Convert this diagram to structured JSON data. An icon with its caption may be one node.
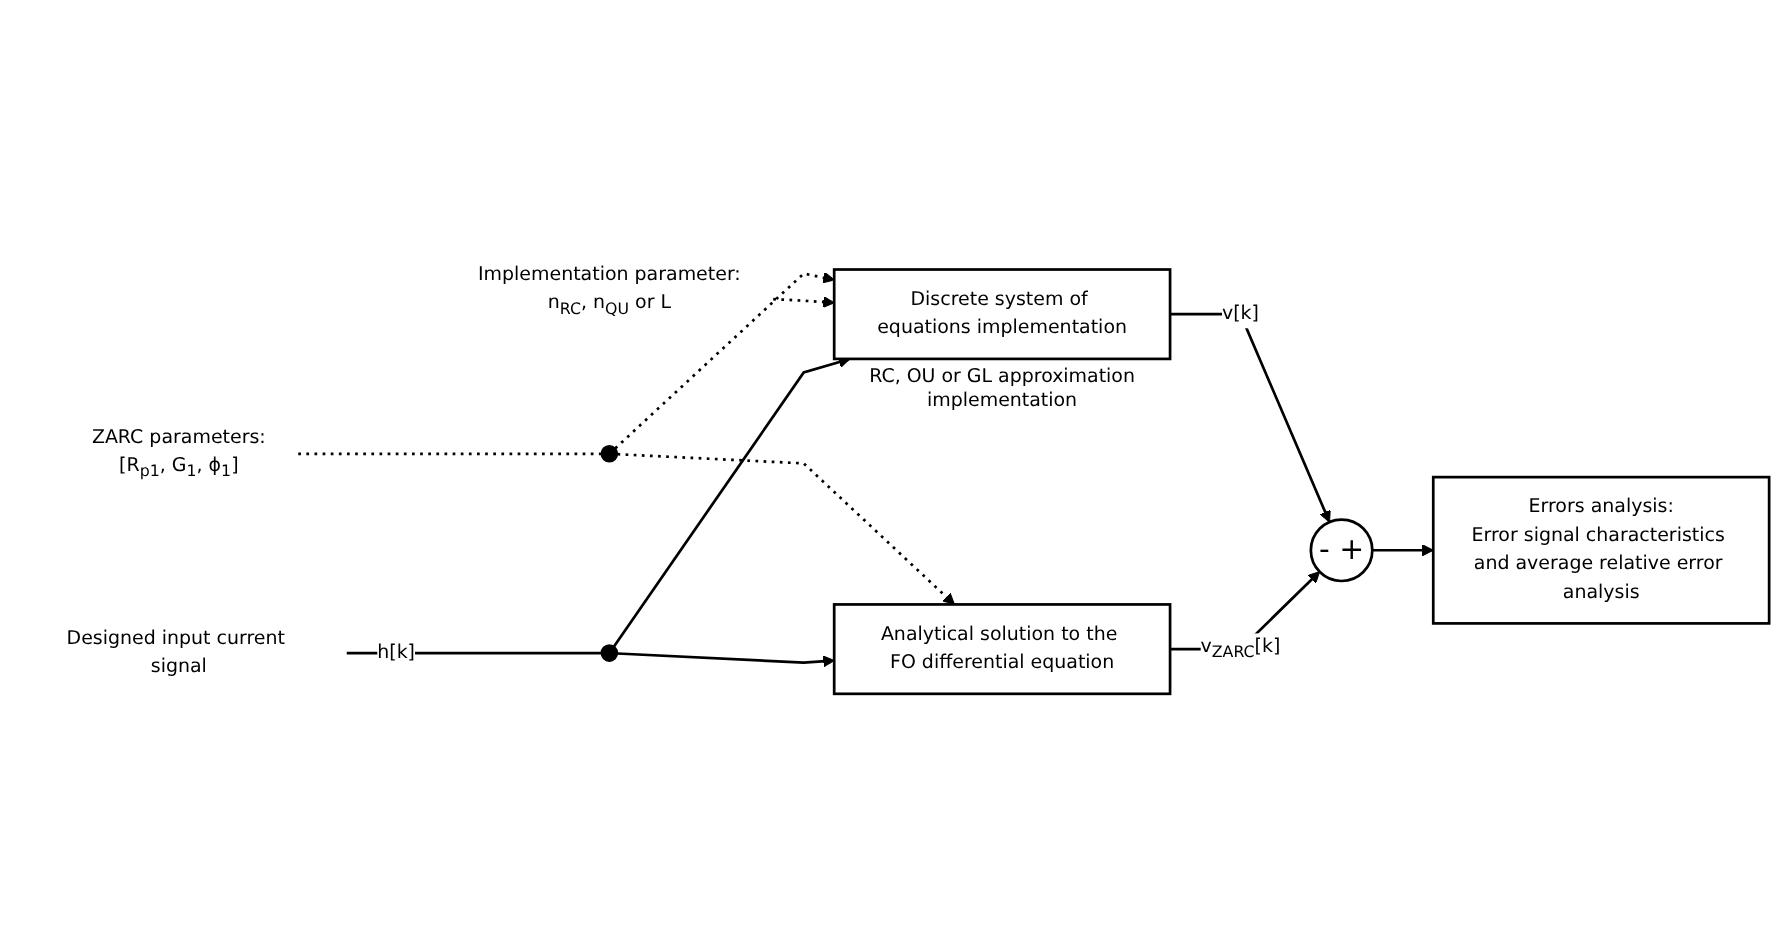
{
  "diagram": {
    "nodes": [
      {
        "text": [
          "ZARC parameters:",
          "[R$_{p1}$, G$_{1}$, ϕ$_{1}$]"
        ]
      },
      {
        "text": [],
        "shape": "circle"
      },
      {
        "text": [
          "Implementation parameter:",
          "n$_{RC}$, n$_{QU}$ or L"
        ]
      },
      {
        "text": [
          "Discrete system of equations implementation"
        ],
        "beside": [
          "RC, OU or GL approximation implementation"
        ]
      },
      {
        "text": [
          "Designed input current signal"
        ]
      },
      {
        "text": [],
        "shape": "circle"
      },
      {
        "text": [
          "Analytical solution to the FO differential equation"
        ]
      },
      {
        "text": [
          "-",
          "+"
        ]
      },
      {
        "text": [
          "Errors analysis:",
          "Error signal characteristics and average relative error analysis"
        ]
      }
    ],
    "edges": [
      {
        "from": 0,
        "to": 1,
        "arrow": "none",
        "style": "dashed"
      },
      {
        "from": 1,
        "to": 3,
        "arrow": "to",
        "style": "dashed"
      },
      {
        "from": 1,
        "to": 6,
        "arrow": "to",
        "style": "dashed"
      },
      {
        "from": 2,
        "to": 3,
        "arrow": "to",
        "style": "dashed"
      },
      {
        "from": 4,
        "to": 5,
        "arrow": "none",
        "label": "h[k]"
      },
      {
        "from": 5,
        "to": 3,
        "arrow": "to"
      },
      {
        "from": 5,
        "to": 6,
        "arrow": "to"
      },
      {
        "from": 3,
        "to": 7,
        "arrow": "to",
        "label": "v[k]"
      },
      {
        "from": 6,
        "to": 7,
        "arrow": "to",
        "label": "v$_{ZARC}$[k]"
      },
      {
        "from": 7,
        "to": 8,
        "arrow": "to"
      }
    ]
  }
}
